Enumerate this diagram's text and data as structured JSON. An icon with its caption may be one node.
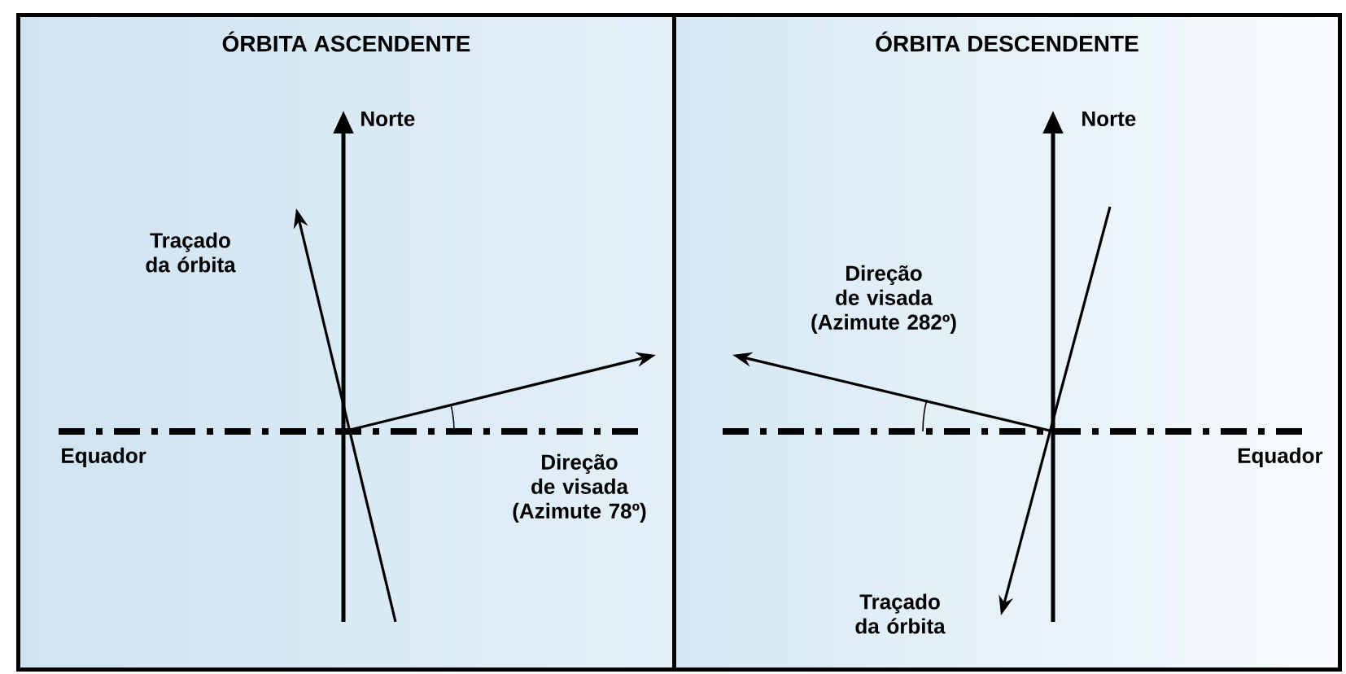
{
  "diagram": {
    "nodes": [
      {
        "text": [
          "ÓRBITA ASCENDENTE"
        ]
      },
      {
        "text": [
          "ÓRBITA DESCENDENTE"
        ]
      }
    ],
    "labels": [
      "Norte",
      "Traçado da órbita",
      "Equador",
      "Direção de visada (Azimute 78º)",
      "Norte",
      "Direção de visada (Azimute 282º)",
      "Equador",
      "Traçado da órbita"
    ]
  }
}
